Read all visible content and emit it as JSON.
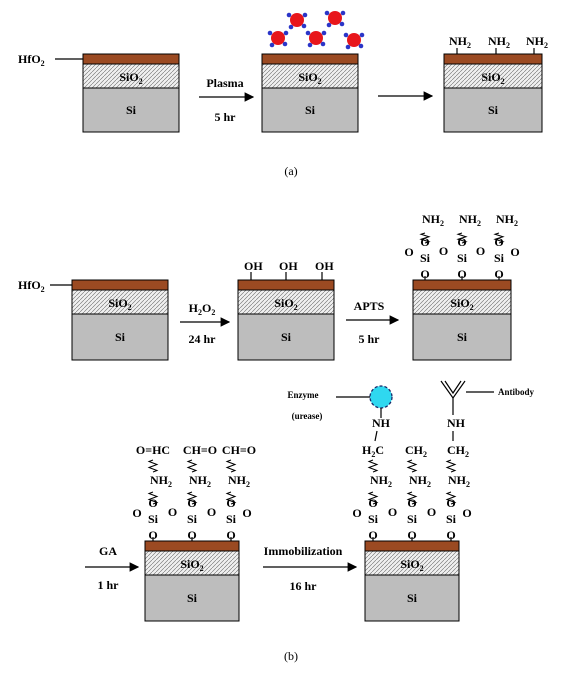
{
  "labels": {
    "hfo2": "HfO",
    "hfo2_sub": "2",
    "sio2": "SiO",
    "sio2_sub": "2",
    "si": "Si",
    "nh2": "NH",
    "nh2_sub": "2",
    "oh": "OH",
    "o": "O",
    "si_atom": "Si",
    "oeqhc": "O=HC",
    "cheqo": "CH=O",
    "nh": "NH",
    "h2c": "H",
    "h2c_tail": "C",
    "ch2": "CH",
    "ch2_sub": "2"
  },
  "panel_a": {
    "step1": {
      "top": "Plasma",
      "bottom": "5 hr"
    },
    "caption": "(a)"
  },
  "panel_b": {
    "step1": {
      "top_main": "H",
      "top_sub": "2",
      "top_mid": "O",
      "top_sub2": "2",
      "bottom": "24 hr"
    },
    "step2": {
      "top": "APTS",
      "bottom": "5 hr"
    },
    "step3": {
      "top": "GA",
      "bottom": "1 hr"
    },
    "step4": {
      "top": "Immobilization",
      "bottom": "16 hr"
    },
    "enzyme_label": "Enzyme",
    "enzyme_sub": "(urease)",
    "antibody_label": "Antibody",
    "caption": "(b)"
  },
  "colors": {
    "hfo2_layer": "#9b4a22",
    "si_layer": "#bdbdbd",
    "plasma_ion": "#e8161b",
    "plasma_electron": "#2b35c8",
    "enzyme": "#2fd8f0"
  }
}
